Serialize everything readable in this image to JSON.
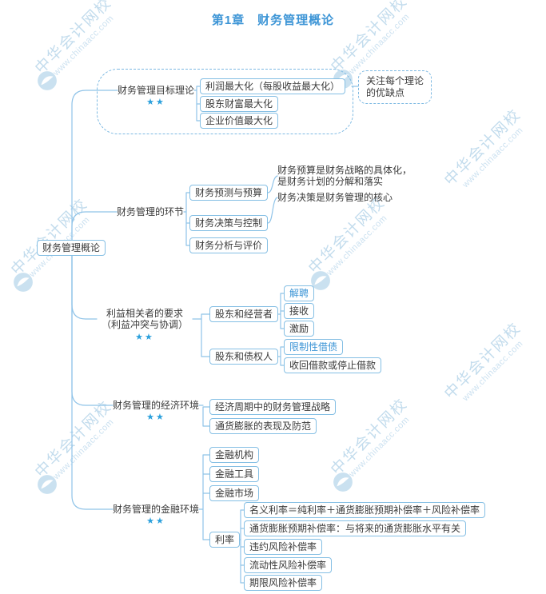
{
  "page_title": "第1章　财务管理概论",
  "watermark": {
    "brand": "中华会计网校",
    "url": "www.chinaacc.com"
  },
  "colors": {
    "accent_blue": "#3d95d6",
    "line_blue": "#8fc3e8",
    "highlight_blue": "#3d95d6",
    "watermark_blue": "#b9d7ea",
    "star_blue": "#2ba0dc",
    "text_dark": "#3a3a3a"
  },
  "root": {
    "label": "财务管理概论"
  },
  "branch_goal": {
    "label": "财务管理目标理论",
    "stars": "★★",
    "children": [
      {
        "label": "利润最大化（每股收益最大化）"
      },
      {
        "label": "股东财富最大化"
      },
      {
        "label": "企业价值最大化"
      }
    ],
    "note": "关注每个理论\n的优缺点"
  },
  "branch_links": {
    "label": "财务管理的环节",
    "children": [
      {
        "label": "财务预测与预算",
        "note": "财务预算是财务战略的具体化，\n是财务计划的分解和落实"
      },
      {
        "label": "财务决策与控制",
        "note": "财务决策是财务管理的核心"
      },
      {
        "label": "财务分析与评价"
      }
    ]
  },
  "branch_stakeholders": {
    "label": "利益相关者的要求\n（利益冲突与协调）",
    "stars": "★★",
    "children": [
      {
        "label": "股东和经营者",
        "items": [
          {
            "label": "解聘"
          },
          {
            "label": "接收"
          },
          {
            "label": "激励"
          }
        ]
      },
      {
        "label": "股东和债权人",
        "items": [
          {
            "label": "限制性借债"
          },
          {
            "label": "收回借款或停止借款"
          }
        ]
      }
    ]
  },
  "branch_economic": {
    "label": "财务管理的经济环境",
    "stars": "★★",
    "children": [
      {
        "label": "经济周期中的财务管理战略"
      },
      {
        "label": "通货膨胀的表现及防范"
      }
    ]
  },
  "branch_financial": {
    "label": "财务管理的金融环境",
    "stars": "★★",
    "children": [
      {
        "label": "金融机构"
      },
      {
        "label": "金融工具"
      },
      {
        "label": "金融市场"
      },
      {
        "label": "利率"
      }
    ],
    "rate_items": [
      {
        "label": "名义利率＝纯利率＋通货膨胀预期补偿率＋风险补偿率"
      },
      {
        "label": "通货膨胀预期补偿率：与将来的通货膨胀水平有关"
      },
      {
        "label": "违约风险补偿率"
      },
      {
        "label": "流动性风险补偿率"
      },
      {
        "label": "期限风险补偿率"
      }
    ]
  }
}
